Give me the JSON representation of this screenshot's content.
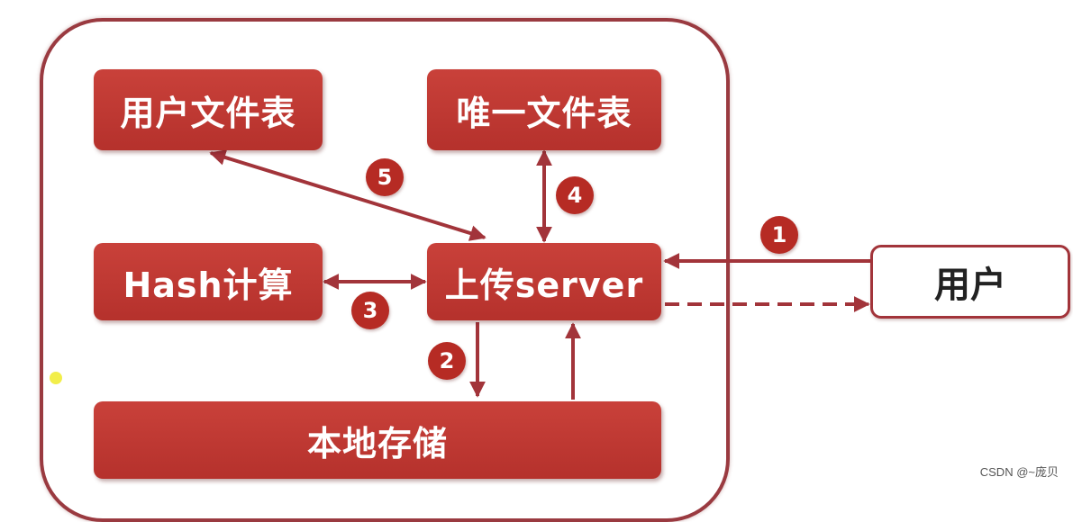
{
  "nodes": {
    "user_file_table": "用户文件表",
    "unique_file_table": "唯一文件表",
    "hash_calc": "Hash计算",
    "upload_server": "上传server",
    "local_storage": "本地存储",
    "user": "用户"
  },
  "steps": {
    "step_1": "1",
    "step_2": "2",
    "step_3": "3",
    "step_4": "4",
    "step_5": "5"
  },
  "watermark": "CSDN @~庞贝",
  "colors": {
    "box_fill": "#b5312c",
    "arrow": "#a2343a",
    "frame_border": "#9a3a40",
    "badge_fill": "#b62b24"
  }
}
